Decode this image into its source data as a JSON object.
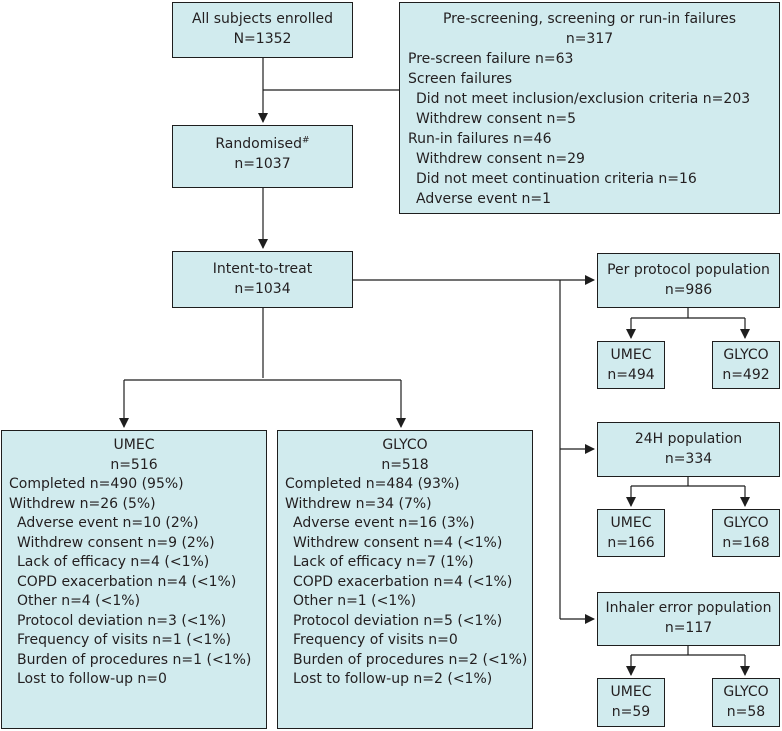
{
  "enrolled": {
    "title": "All subjects enrolled",
    "count": "N=1352"
  },
  "failures": {
    "title": "Pre-screening, screening or run-in failures",
    "count": "n=317",
    "lines": [
      {
        "text": "Pre-screen failure n=63",
        "indent": false
      },
      {
        "text": "Screen failures",
        "indent": false
      },
      {
        "text": "Did not meet inclusion/exclusion criteria n=203",
        "indent": true
      },
      {
        "text": "Withdrew consent n=5",
        "indent": true
      },
      {
        "text": "Run-in failures n=46",
        "indent": false
      },
      {
        "text": "Withdrew consent n=29",
        "indent": true
      },
      {
        "text": "Did not meet continuation criteria n=16",
        "indent": true
      },
      {
        "text": "Adverse event n=1",
        "indent": true
      }
    ]
  },
  "randomised": {
    "title": "Randomised",
    "mark": "#",
    "count": "n=1037"
  },
  "itt": {
    "title": "Intent-to-treat",
    "count": "n=1034"
  },
  "umec_arm": {
    "title": "UMEC",
    "count": "n=516",
    "completed": "Completed n=490 (95%)",
    "withdrew": "Withdrew n=26 (5%)",
    "reasons": [
      "Adverse event n=10 (2%)",
      "Withdrew consent n=9 (2%)",
      "Lack of efficacy n=4 (<1%)",
      "COPD exacerbation n=4 (<1%)",
      "Other n=4 (<1%)",
      "Protocol deviation n=3 (<1%)",
      "Frequency of visits n=1 (<1%)",
      "Burden of procedures n=1 (<1%)",
      "Lost to follow-up n=0"
    ]
  },
  "glyco_arm": {
    "title": "GLYCO",
    "count": "n=518",
    "completed": "Completed n=484 (93%)",
    "withdrew": "Withdrew n=34 (7%)",
    "reasons": [
      "Adverse event n=16 (3%)",
      "Withdrew consent n=4 (<1%)",
      "Lack of efficacy n=7 (1%)",
      "COPD exacerbation n=4 (<1%)",
      "Other n=1 (<1%)",
      "Protocol deviation n=5 (<1%)",
      "Frequency of visits n=0",
      "Burden of procedures n=2 (<1%)",
      "Lost to follow-up n=2 (<1%)"
    ]
  },
  "per_protocol": {
    "title": "Per protocol population",
    "count": "n=986",
    "umec": {
      "label": "UMEC",
      "count": "n=494"
    },
    "glyco": {
      "label": "GLYCO",
      "count": "n=492"
    }
  },
  "pop_24h": {
    "title": "24H population",
    "count": "n=334",
    "umec": {
      "label": "UMEC",
      "count": "n=166"
    },
    "glyco": {
      "label": "GLYCO",
      "count": "n=168"
    }
  },
  "inhaler_error": {
    "title": "Inhaler error population",
    "count": "n=117",
    "umec": {
      "label": "UMEC",
      "count": "n=59"
    },
    "glyco": {
      "label": "GLYCO",
      "count": "n=58"
    }
  },
  "colors": {
    "box_fill": "#d1ebee",
    "line": "#1e1e1e"
  }
}
